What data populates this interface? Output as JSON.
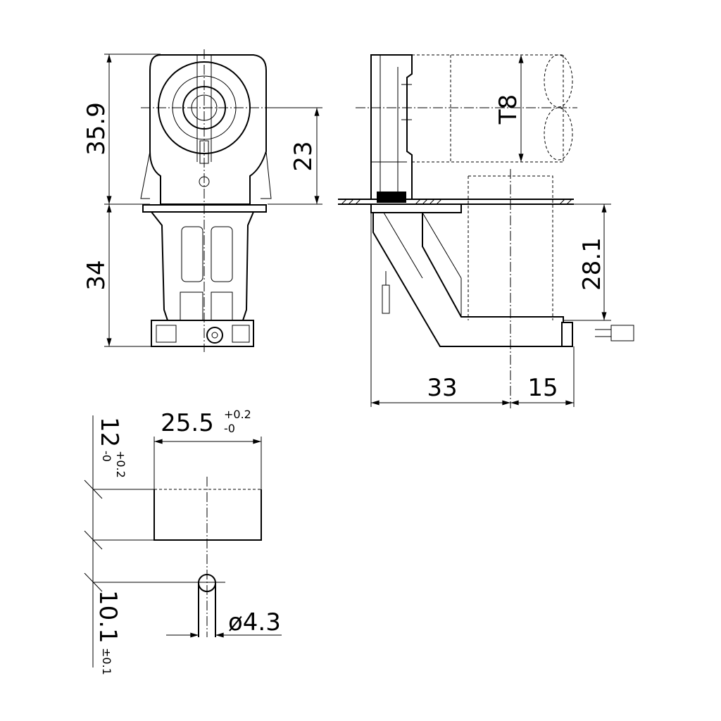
{
  "front_view": {
    "height_top": "35.9",
    "center_height": "23",
    "height_bottom": "34"
  },
  "side_view": {
    "tube_label": "T8",
    "depth_below_panel": "28.1",
    "offset_left": "33",
    "offset_right": "15"
  },
  "cutout": {
    "width": "25.5",
    "width_tol_plus": "+0.2",
    "width_tol_minus": "-0",
    "height": "12",
    "height_tol_plus": "+0.2",
    "height_tol_minus": "-0",
    "hole_offset": "10.1",
    "hole_offset_tol": "±0.1",
    "hole_diameter": "ø4.3"
  }
}
